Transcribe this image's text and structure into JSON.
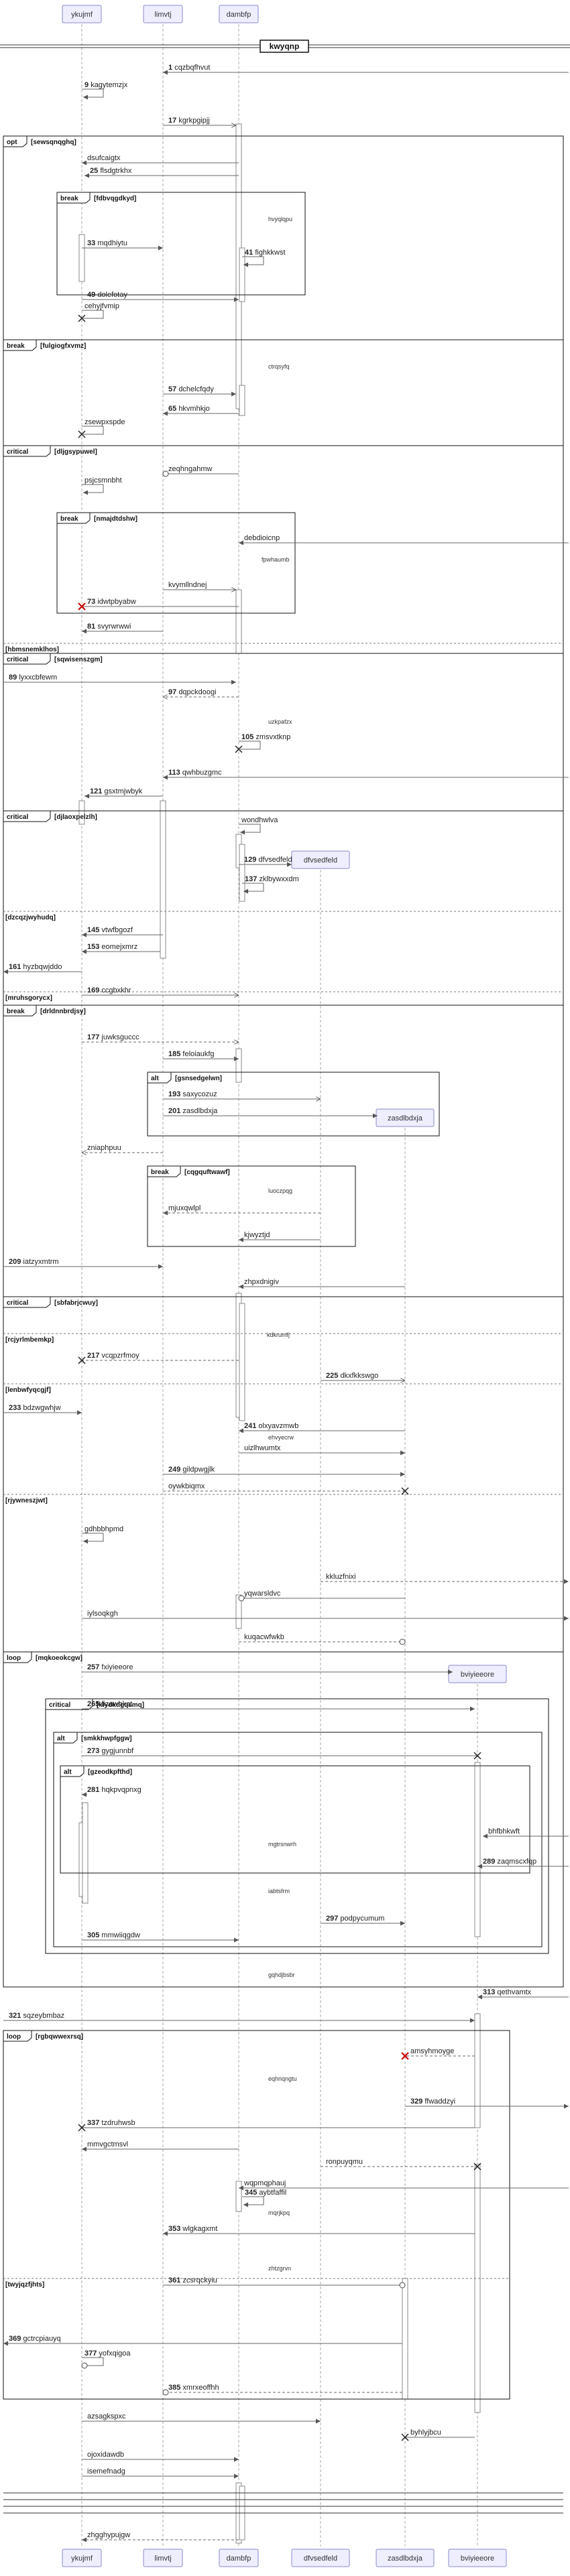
{
  "participants": [
    {
      "key": "ykujmf",
      "label": "ykujmf"
    },
    {
      "key": "limvtj",
      "label": "limvtj"
    },
    {
      "key": "dambfp",
      "label": "dambfp"
    },
    {
      "key": "dfvsedfeld",
      "label": "dfvsedfeld"
    },
    {
      "key": "zasdlbdxja",
      "label": "zasdlbdxja"
    },
    {
      "key": "bviyieeore",
      "label": "bviyieeore"
    }
  ],
  "divider_label": "kwyqnp",
  "messages": [
    {
      "num": "1",
      "text": "cqzbqfhvut"
    },
    {
      "num": "9",
      "text": "kagytemzjx"
    },
    {
      "num": "17",
      "text": "kgrkpgipjj"
    },
    {
      "num": "",
      "text": "dsufcaigtx"
    },
    {
      "num": "25",
      "text": "flsdgtrkhx"
    },
    {
      "num": "33",
      "text": "mqdhiytu"
    },
    {
      "num": "41",
      "text": "fighkkwst"
    },
    {
      "num": "49",
      "text": "dolefotay"
    },
    {
      "num": "",
      "text": "cehyjfvmip"
    },
    {
      "num": "57",
      "text": "dchelcfqdy"
    },
    {
      "num": "65",
      "text": "hkvmhkjo"
    },
    {
      "num": "",
      "text": "zsewpxspde"
    },
    {
      "num": "",
      "text": "zeqhngahmw"
    },
    {
      "num": "",
      "text": "psjcsmnbht"
    },
    {
      "num": "",
      "text": "debdioicnp"
    },
    {
      "num": "",
      "text": "kvymllndnej"
    },
    {
      "num": "73",
      "text": "idwtpbyabw"
    },
    {
      "num": "81",
      "text": "svyrwrwwi"
    },
    {
      "num": "89",
      "text": "lyxxcbfewm"
    },
    {
      "num": "97",
      "text": "dqpckdoogi"
    },
    {
      "num": "105",
      "text": "zmsvxtknp"
    },
    {
      "num": "113",
      "text": "qwhbuzgmc"
    },
    {
      "num": "121",
      "text": "gsxtmjwbyk"
    },
    {
      "num": "",
      "text": "wondhwlva"
    },
    {
      "num": "129",
      "text": "dfvsedfeld"
    },
    {
      "num": "137",
      "text": "zklbywxxdm"
    },
    {
      "num": "145",
      "text": "vtwfbgozf"
    },
    {
      "num": "153",
      "text": "eomejxmrz"
    },
    {
      "num": "161",
      "text": "hyzbqwjddo"
    },
    {
      "num": "169",
      "text": "ccgbxkhr"
    },
    {
      "num": "177",
      "text": "juwksguccc"
    },
    {
      "num": "185",
      "text": "feloiaukfg"
    },
    {
      "num": "193",
      "text": "saxycozuz"
    },
    {
      "num": "201",
      "text": "zasdlbdxja"
    },
    {
      "num": "",
      "text": "zniaphpuu"
    },
    {
      "num": "",
      "text": "mjuxqwlpl"
    },
    {
      "num": "",
      "text": "kjwyztjd"
    },
    {
      "num": "209",
      "text": "iatzyxmtrm"
    },
    {
      "num": "",
      "text": "zhpxdnigiv"
    },
    {
      "num": "217",
      "text": "vcqpzrfmoy"
    },
    {
      "num": "225",
      "text": "dkxfkkswgo"
    },
    {
      "num": "233",
      "text": "bdzwgwhjw"
    },
    {
      "num": "241",
      "text": "olxyavzmwb"
    },
    {
      "num": "",
      "text": "uizlhwumtx"
    },
    {
      "num": "249",
      "text": "gildpwgjlk"
    },
    {
      "num": "",
      "text": "oywkbiqmx"
    },
    {
      "num": "",
      "text": "gdhbbhpmd"
    },
    {
      "num": "",
      "text": "kkluzfnixi"
    },
    {
      "num": "",
      "text": "yqwarsldvc"
    },
    {
      "num": "",
      "text": "iylsoqkgh"
    },
    {
      "num": "",
      "text": "kuqacwfwkb"
    },
    {
      "num": "257",
      "text": "fxiyieeore"
    },
    {
      "num": "265",
      "text": "fizawhkat"
    },
    {
      "num": "273",
      "text": "gygjunnbf"
    },
    {
      "num": "281",
      "text": "hqkpvqpnxg"
    },
    {
      "num": "",
      "text": "bhfbhkwft"
    },
    {
      "num": "289",
      "text": "zaqmscxfqp"
    },
    {
      "num": "297",
      "text": "podpycumum"
    },
    {
      "num": "305",
      "text": "mmwiiqgdw"
    },
    {
      "num": "313",
      "text": "qethvamtx"
    },
    {
      "num": "321",
      "text": "sqzeybmbaz"
    },
    {
      "num": "",
      "text": "amsyhmoyge"
    },
    {
      "num": "329",
      "text": "ffwaddzyi"
    },
    {
      "num": "337",
      "text": "tzdruhwsb"
    },
    {
      "num": "",
      "text": "mmvgctmsvl"
    },
    {
      "num": "",
      "text": "ronpuyqmu"
    },
    {
      "num": "",
      "text": "wqpmqphauj"
    },
    {
      "num": "345",
      "text": "aybtfaffil"
    },
    {
      "num": "353",
      "text": "wlgkagxmt"
    },
    {
      "num": "361",
      "text": "zcsrqckyiu"
    },
    {
      "num": "369",
      "text": "gctrcpiauyq"
    },
    {
      "num": "377",
      "text": "yofxqigoa"
    },
    {
      "num": "385",
      "text": "xmrxeoffhh"
    },
    {
      "num": "",
      "text": "azsagkspxc"
    },
    {
      "num": "",
      "text": "byhlyjbcu"
    },
    {
      "num": "",
      "text": "ojoxidawdb"
    },
    {
      "num": "",
      "text": "isemefnadg"
    },
    {
      "num": "",
      "text": "zhgghypujgw"
    }
  ],
  "frames": [
    {
      "tag": "opt",
      "guard": "[sewsqnqghq]"
    },
    {
      "tag": "break",
      "guard": "[fdbvqgdkyd]"
    },
    {
      "tag": "break",
      "guard": "[fulgiogfxvmz]"
    },
    {
      "tag": "critical",
      "guard": "[dljgsypuwel]"
    },
    {
      "tag": "break",
      "guard": "[nmajdtdshw]"
    },
    {
      "tag": "critical",
      "guard": "[sqwisenszgm]"
    },
    {
      "tag": "critical",
      "guard": "[djlaoxpelzlh]"
    },
    {
      "tag": "break",
      "guard": "[drldnnbrdjsy]"
    },
    {
      "tag": "alt",
      "guard": "[gsnsedgelwn]"
    },
    {
      "tag": "break",
      "guard": "[cqgquftwawf]"
    },
    {
      "tag": "critical",
      "guard": "[sbfabrjcwuy]"
    },
    {
      "tag": "loop",
      "guard": "[mqkoeokcgw]"
    },
    {
      "tag": "critical",
      "guard": "[klydkdgqsmq]"
    },
    {
      "tag": "alt",
      "guard": "[smkkhwpfggw]"
    },
    {
      "tag": "alt",
      "guard": "[gzeodkpfthd]"
    },
    {
      "tag": "loop",
      "guard": "[rgbqwwexrsq]"
    }
  ],
  "else_labels": [
    "[hbmsnemklhos]",
    "[dzcqzjwyhudq]",
    "[mruhsgorycx]",
    "[rcjyrlmbemkp]",
    "[lenbwfyqcgjf]",
    "[rjywneszjwt]",
    "[twyjqzfjhts]"
  ],
  "notes": [
    "hvyqlqpu",
    "ctrqsyfq",
    "fpwhaumb",
    "uzkpafzx",
    "luoczpqg",
    "kdkrumfj",
    "ehvyecrw",
    "mgtrsnwrh",
    "iabtsfrm",
    "gqhdjbsbr",
    "eqhnqngtu",
    "mqrjkpq",
    "zhtzgrvn"
  ]
}
